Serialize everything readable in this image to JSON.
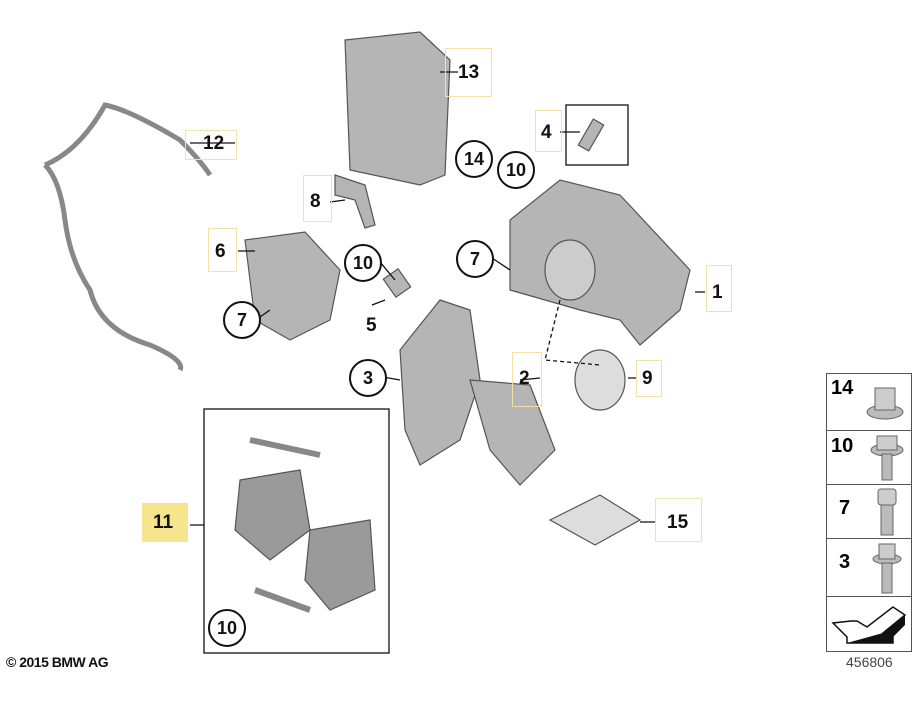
{
  "callouts": {
    "c1": "1",
    "c2": "2",
    "c3": "3",
    "c4": "4",
    "c5": "5",
    "c6": "6",
    "c7a": "7",
    "c7b": "7",
    "c8": "8",
    "c9": "9",
    "c10a": "10",
    "c10b": "10",
    "c10c": "10",
    "c11": "11",
    "c12": "12",
    "c13": "13",
    "c14": "14",
    "c15": "15"
  },
  "panel": {
    "rows": [
      "14",
      "10",
      "7",
      "3"
    ]
  },
  "footer": {
    "copyright": "© 2015 BMW AG",
    "diagram_number": "456806"
  },
  "colors": {
    "highlight": "#f6e58d",
    "part": "#a9a9a9"
  }
}
